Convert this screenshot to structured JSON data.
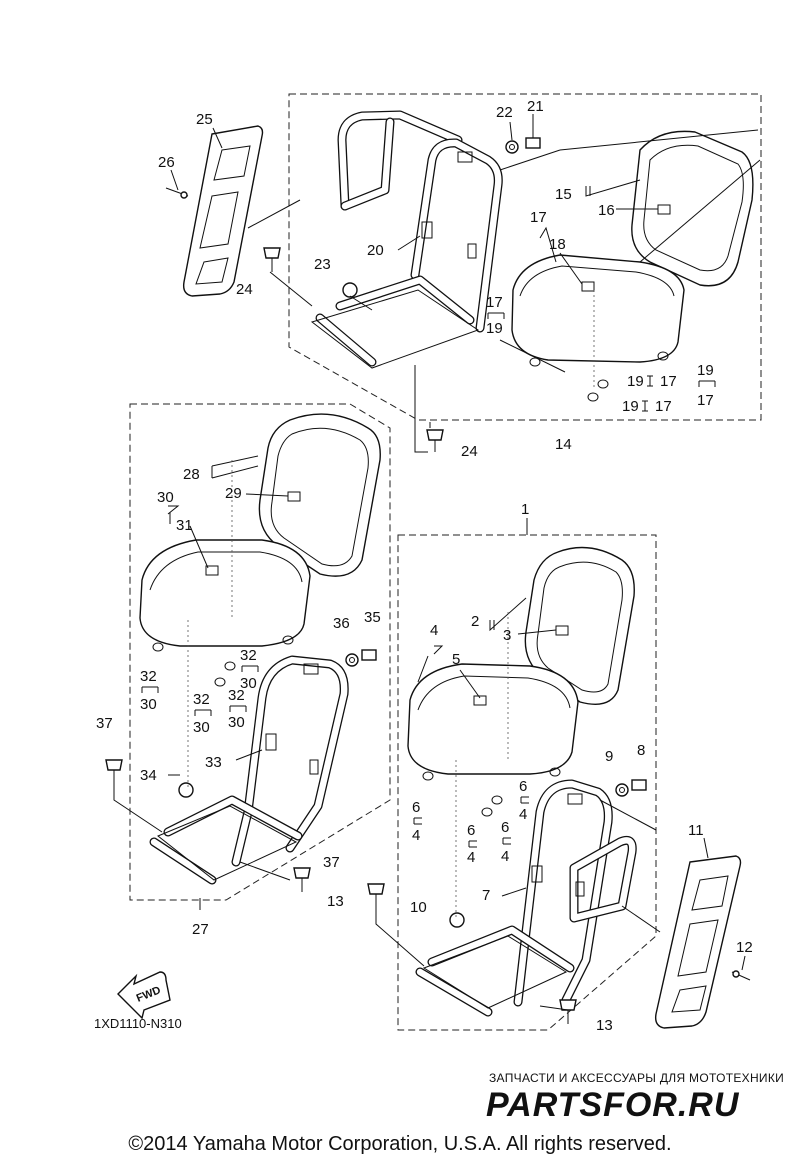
{
  "diagram": {
    "diagram_code": "1XD1110-N310",
    "fwd_label": "FWD",
    "copyright": "©2014 Yamaha Motor Corporation, U.S.A. All rights reserved.",
    "watermark": {
      "tagline": "ЗАПЧАСТИ И АКСЕССУАРЫ ДЛЯ МОТОТЕХНИКИ",
      "brand": "PARTSFOR.RU"
    },
    "callouts": {
      "c1": "1",
      "c2": "2",
      "c3": "3",
      "c4": "4",
      "c5": "5",
      "c6a": "6",
      "c4a": "4",
      "c6b": "6",
      "c4b": "4",
      "c6c": "6",
      "c4c": "4",
      "c6d": "6",
      "c4d": "4",
      "c7": "7",
      "c8": "8",
      "c9": "9",
      "c10": "10",
      "c11": "11",
      "c12": "12",
      "c13a": "13",
      "c13b": "13",
      "c14": "14",
      "c15": "15",
      "c16": "16",
      "c17a": "17",
      "c18": "18",
      "c17b": "17",
      "c19b": "19",
      "c19c": "19",
      "c17c": "17",
      "c19d": "19",
      "c17d": "17",
      "c19e": "19",
      "c17e": "17",
      "c20": "20",
      "c21": "21",
      "c22": "22",
      "c23": "23",
      "c24a": "24",
      "c24b": "24",
      "c25": "25",
      "c26": "26",
      "c27": "27",
      "c28": "28",
      "c29": "29",
      "c30a": "30",
      "c31": "31",
      "c32a": "32",
      "c30b": "30",
      "c32b": "32",
      "c30c": "30",
      "c32c": "32",
      "c30d": "30",
      "c32d": "32",
      "c30e": "30",
      "c33": "33",
      "c34": "34",
      "c35": "35",
      "c36": "36",
      "c37a": "37",
      "c37b": "37"
    }
  }
}
